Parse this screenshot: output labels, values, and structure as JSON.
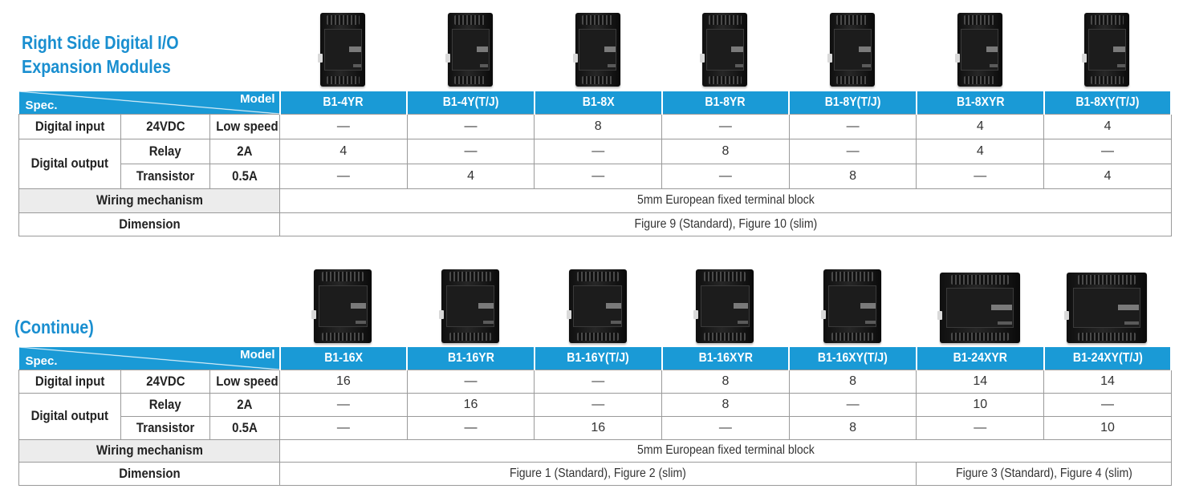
{
  "section1": {
    "title_line1": "Right Side Digital I/O",
    "title_line2": "Expansion Modules"
  },
  "section2": {
    "title": "(Continue)"
  },
  "header": {
    "spec": "Spec.",
    "model": "Model"
  },
  "row_labels": {
    "digital_input": "Digital input",
    "vdc": "24VDC",
    "low_speed": "Low speed",
    "digital_output": "Digital output",
    "relay": "Relay",
    "relay_rating": "2A",
    "transistor": "Transistor",
    "transistor_rating": "0.5A",
    "wiring": "Wiring mechanism",
    "dimension": "Dimension"
  },
  "table1": {
    "models": [
      "B1-4YR",
      "B1-4Y(T/J)",
      "B1-8X",
      "B1-8YR",
      "B1-8Y(T/J)",
      "B1-8XYR",
      "B1-8XY(T/J)"
    ],
    "digital_input": [
      "—",
      "—",
      "8",
      "—",
      "—",
      "4",
      "4"
    ],
    "relay": [
      "4",
      "—",
      "—",
      "8",
      "—",
      "4",
      "—"
    ],
    "transistor": [
      "—",
      "4",
      "—",
      "—",
      "8",
      "—",
      "4"
    ],
    "wiring": "5mm European fixed terminal block",
    "dimension": "Figure 9 (Standard), Figure 10 (slim)"
  },
  "table2": {
    "models": [
      "B1-16X",
      "B1-16YR",
      "B1-16Y(T/J)",
      "B1-16XYR",
      "B1-16XY(T/J)",
      "B1-24XYR",
      "B1-24XY(T/J)"
    ],
    "digital_input": [
      "16",
      "—",
      "—",
      "8",
      "8",
      "14",
      "14"
    ],
    "relay": [
      "—",
      "16",
      "—",
      "8",
      "—",
      "10",
      "—"
    ],
    "transistor": [
      "—",
      "—",
      "16",
      "—",
      "8",
      "—",
      "10"
    ],
    "wiring": "5mm European fixed terminal block",
    "dimension_a": "Figure 1 (Standard), Figure 2 (slim)",
    "dimension_b": "Figure 3 (Standard), Figure 4 (slim)"
  }
}
